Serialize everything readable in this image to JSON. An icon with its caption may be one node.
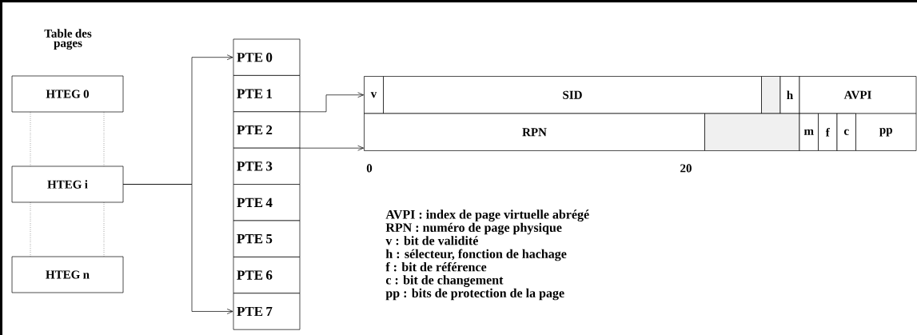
{
  "diagram": {
    "nodes": [
      {
        "text": [
          "HTEG 0"
        ]
      },
      {
        "text": [
          "HTEG i"
        ]
      },
      {
        "text": [
          "HTEG n"
        ]
      },
      {
        "text": [
          "PTE 0"
        ]
      },
      {
        "text": [
          "PTE 1"
        ]
      },
      {
        "text": [
          "PTE 2"
        ]
      },
      {
        "text": [
          "PTE 3"
        ]
      },
      {
        "text": [
          "PTE 4"
        ]
      },
      {
        "text": [
          "PTE 5"
        ]
      },
      {
        "text": [
          "PTE 6"
        ]
      },
      {
        "text": [
          "PTE 7"
        ]
      },
      {
        "text": [
          "v"
        ]
      },
      {
        "text": [
          "SID"
        ]
      },
      {
        "text": [],
        "shape": "box"
      },
      {
        "text": [
          "h"
        ]
      },
      {
        "text": [
          "AVPI"
        ]
      },
      {
        "text": [
          "RPN"
        ]
      },
      {
        "text": [],
        "shape": "box"
      },
      {
        "text": [
          "m"
        ]
      },
      {
        "text": [
          "f"
        ]
      },
      {
        "text": [
          "c"
        ]
      },
      {
        "text": [
          "pp"
        ]
      }
    ],
    "edges": [
      {
        "from": 1,
        "to": 3,
        "arrow": "to"
      },
      {
        "from": 1,
        "to": 10,
        "arrow": "to"
      },
      {
        "from": 4,
        "to": 11,
        "arrow": "to"
      },
      {
        "from": 5,
        "to": 16,
        "arrow": "to"
      }
    ],
    "labels": [
      "Table des pages",
      "0",
      "20",
      "AVPI : index de page virtuelle abrégé",
      "RPN : numéro de page physique",
      "v : bit de validité",
      "h : sélecteur, fonction de hachage",
      "f : bit de référence",
      "c : bit de changement",
      "pp : bits de protection de la page"
    ]
  }
}
